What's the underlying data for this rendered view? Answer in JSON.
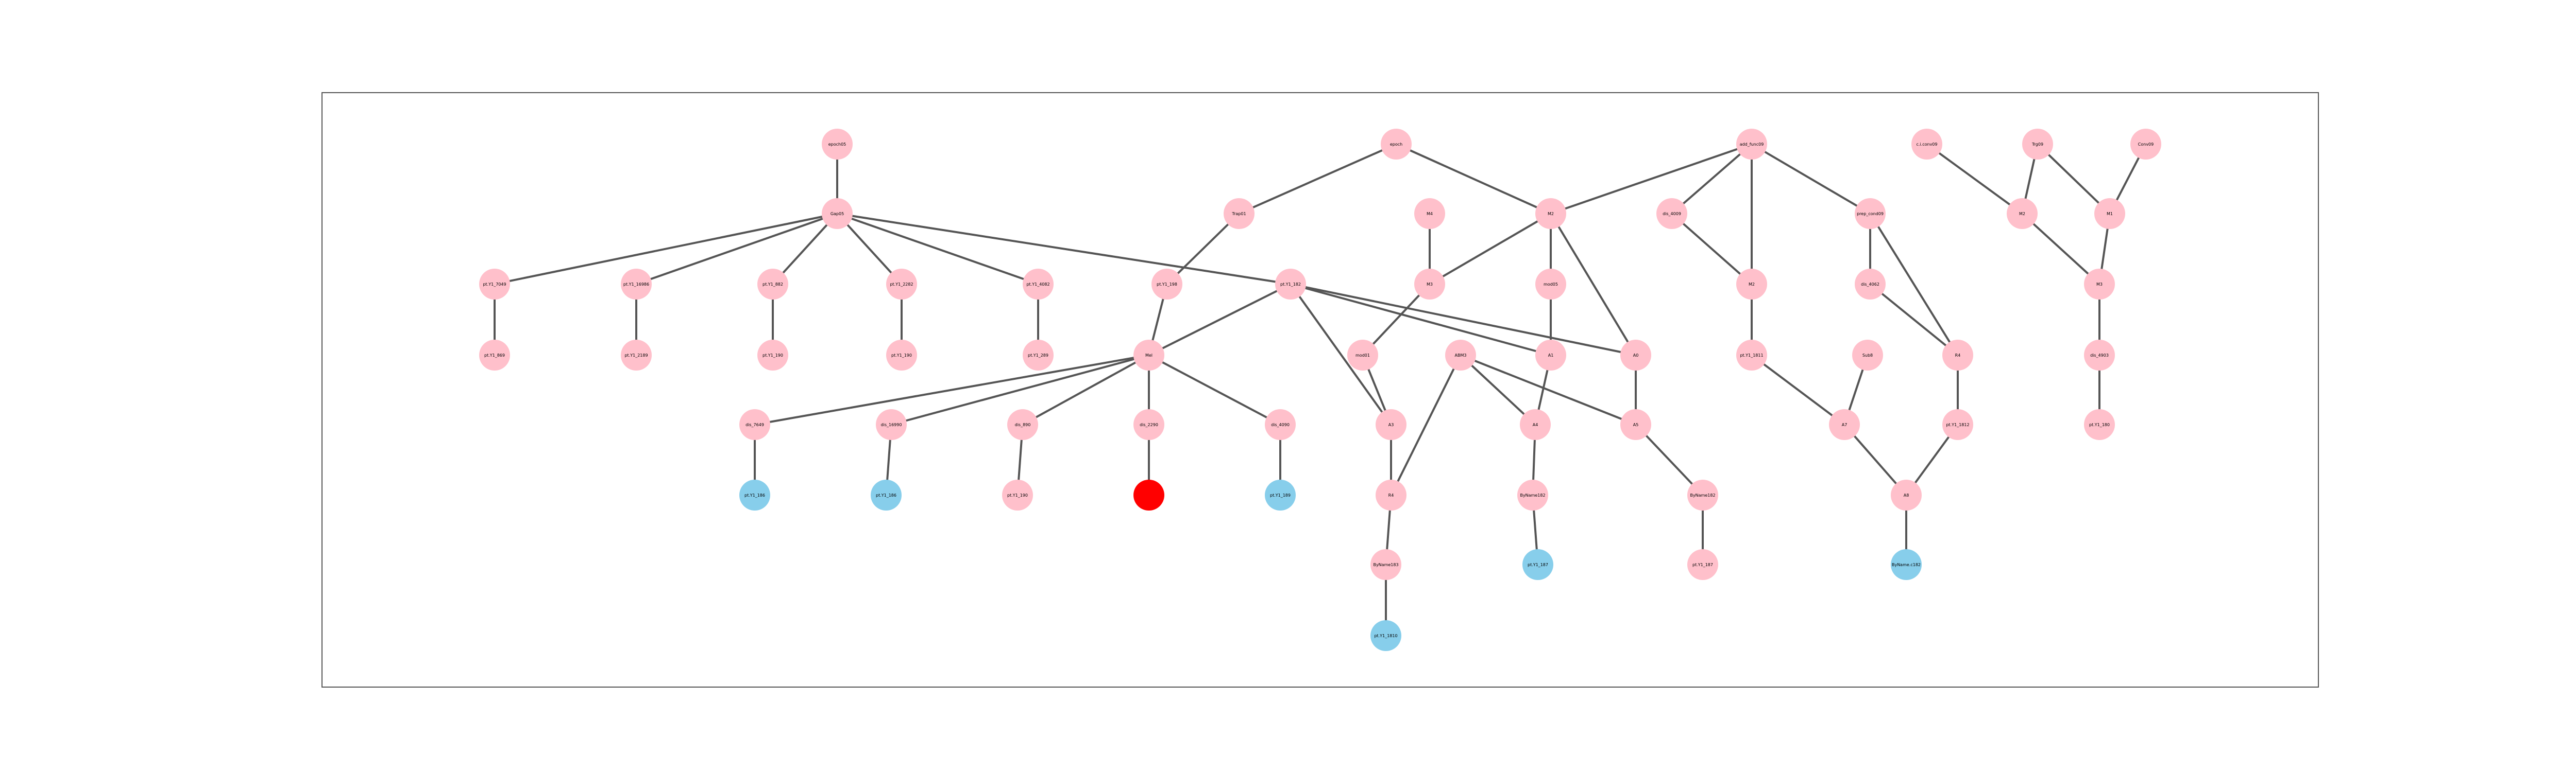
{
  "colors": {
    "default_node": "#ffc0cb",
    "leaf_node": "#87ceeb",
    "target_node": "#ff0000",
    "edge": "#555555",
    "frame": "#555555"
  },
  "nodes": [
    {
      "id": "r1a",
      "label": "epoch05",
      "color": "default"
    },
    {
      "id": "r1b",
      "label": "epoch",
      "color": "default"
    },
    {
      "id": "r1c",
      "label": "add_func09",
      "color": "default"
    },
    {
      "id": "r1d",
      "label": "c.i.conv09",
      "color": "default"
    },
    {
      "id": "r1e",
      "label": "Trg09",
      "color": "default"
    },
    {
      "id": "r1f",
      "label": "Conv09",
      "color": "default"
    },
    {
      "id": "r2a",
      "label": "Gap05",
      "color": "default"
    },
    {
      "id": "r2b",
      "label": "Trap01",
      "color": "default"
    },
    {
      "id": "r2c",
      "label": "M4",
      "color": "default"
    },
    {
      "id": "r2d",
      "label": "M2",
      "color": "default"
    },
    {
      "id": "r2e",
      "label": "dis_4009",
      "color": "default"
    },
    {
      "id": "r2f",
      "label": "prep_cond09",
      "color": "default"
    },
    {
      "id": "r2g",
      "label": "M2",
      "color": "default"
    },
    {
      "id": "r2h",
      "label": "M1",
      "color": "default"
    },
    {
      "id": "r3a",
      "label": "pt.Y1_7049",
      "color": "default"
    },
    {
      "id": "r3b",
      "label": "pt.Y1_16986",
      "color": "default"
    },
    {
      "id": "r3c",
      "label": "pt.Y1_882",
      "color": "default"
    },
    {
      "id": "r3d",
      "label": "pt.Y1_2282",
      "color": "default"
    },
    {
      "id": "r3e",
      "label": "pt.Y1_4082",
      "color": "default"
    },
    {
      "id": "r3f",
      "label": "pt.Y1_198",
      "color": "default"
    },
    {
      "id": "r3g",
      "label": "pt.Y1_182",
      "color": "default"
    },
    {
      "id": "r3h",
      "label": "M3",
      "color": "default"
    },
    {
      "id": "r3i",
      "label": "mod05",
      "color": "default"
    },
    {
      "id": "r3j",
      "label": "M2",
      "color": "default"
    },
    {
      "id": "r3k",
      "label": "dis_4062",
      "color": "default"
    },
    {
      "id": "r3l",
      "label": "M3",
      "color": "default"
    },
    {
      "id": "r4a",
      "label": "pt.Y1_869",
      "color": "default"
    },
    {
      "id": "r4b",
      "label": "pt.Y1_2189",
      "color": "default"
    },
    {
      "id": "r4c",
      "label": "pt.Y1_190",
      "color": "default"
    },
    {
      "id": "r4d",
      "label": "pt.Y1_190",
      "color": "default"
    },
    {
      "id": "r4e",
      "label": "pt.Y1_289",
      "color": "default"
    },
    {
      "id": "r4f",
      "label": "Mel",
      "color": "default"
    },
    {
      "id": "r4g",
      "label": "mod01",
      "color": "default"
    },
    {
      "id": "r4h",
      "label": "ABM3",
      "color": "default"
    },
    {
      "id": "r4i",
      "label": "A1",
      "color": "default"
    },
    {
      "id": "r4j",
      "label": "A0",
      "color": "default"
    },
    {
      "id": "r4k",
      "label": "pt.Y1_1811",
      "color": "default"
    },
    {
      "id": "r4l",
      "label": "Sub8",
      "color": "default"
    },
    {
      "id": "r4m",
      "label": "R4",
      "color": "default"
    },
    {
      "id": "r4n",
      "label": "dis_4903",
      "color": "default"
    },
    {
      "id": "r5a",
      "label": "dis_7649",
      "color": "default"
    },
    {
      "id": "r5b",
      "label": "dis_16990",
      "color": "default"
    },
    {
      "id": "r5c",
      "label": "dis_890",
      "color": "default"
    },
    {
      "id": "r5d",
      "label": "dis_2290",
      "color": "default"
    },
    {
      "id": "r5e",
      "label": "dis_4090",
      "color": "default"
    },
    {
      "id": "r5f",
      "label": "A3",
      "color": "default"
    },
    {
      "id": "r5g",
      "label": "A4",
      "color": "default"
    },
    {
      "id": "r5h",
      "label": "A5",
      "color": "default"
    },
    {
      "id": "r5i",
      "label": "A7",
      "color": "default"
    },
    {
      "id": "r5j",
      "label": "pt.Y1_1812",
      "color": "default"
    },
    {
      "id": "r5k",
      "label": "pt.Y1_180",
      "color": "default"
    },
    {
      "id": "r6a",
      "label": "pt.Y1_186",
      "color": "leaf"
    },
    {
      "id": "r6b",
      "label": "pt.Y1_186",
      "color": "leaf"
    },
    {
      "id": "r6c",
      "label": "pt.Y1_190",
      "color": "default"
    },
    {
      "id": "r6d",
      "label": "",
      "color": "target"
    },
    {
      "id": "r6e",
      "label": "pt.Y1_189",
      "color": "leaf"
    },
    {
      "id": "r6f",
      "label": "R4",
      "color": "default"
    },
    {
      "id": "r6g",
      "label": "ByName182",
      "color": "default"
    },
    {
      "id": "r6h",
      "label": "ByName182",
      "color": "default"
    },
    {
      "id": "r6i",
      "label": "A8",
      "color": "default"
    },
    {
      "id": "r7a",
      "label": "ByName183",
      "color": "default"
    },
    {
      "id": "r7b",
      "label": "pt.Y1_187",
      "color": "leaf"
    },
    {
      "id": "r7c",
      "label": "pt.Y1_187",
      "color": "default"
    },
    {
      "id": "r7d",
      "label": "ByName.c182",
      "color": "leaf"
    },
    {
      "id": "r8a",
      "label": "pt.Y1_1810",
      "color": "leaf"
    }
  ],
  "edges": [
    [
      "r1a",
      "r2a"
    ],
    [
      "r2a",
      "r3a"
    ],
    [
      "r2a",
      "r3b"
    ],
    [
      "r2a",
      "r3c"
    ],
    [
      "r2a",
      "r3d"
    ],
    [
      "r2a",
      "r3e"
    ],
    [
      "r2a",
      "r3g"
    ],
    [
      "r3a",
      "r4a"
    ],
    [
      "r3b",
      "r4b"
    ],
    [
      "r3c",
      "r4c"
    ],
    [
      "r3d",
      "r4d"
    ],
    [
      "r3e",
      "r4e"
    ],
    [
      "r1b",
      "r2b"
    ],
    [
      "r1b",
      "r2d"
    ],
    [
      "r2b",
      "r3f"
    ],
    [
      "r3f",
      "r4f"
    ],
    [
      "r3g",
      "r4f"
    ],
    [
      "r4f",
      "r5a"
    ],
    [
      "r4f",
      "r5b"
    ],
    [
      "r4f",
      "r5c"
    ],
    [
      "r4f",
      "r5d"
    ],
    [
      "r4f",
      "r5e"
    ],
    [
      "r5a",
      "r6a"
    ],
    [
      "r5b",
      "r6b"
    ],
    [
      "r5c",
      "r6c"
    ],
    [
      "r5d",
      "r6d"
    ],
    [
      "r5e",
      "r6e"
    ],
    [
      "r2c",
      "r3h"
    ],
    [
      "r2d",
      "r3h"
    ],
    [
      "r2d",
      "r3i"
    ],
    [
      "r2d",
      "r4j"
    ],
    [
      "r3h",
      "r4g"
    ],
    [
      "r3i",
      "r4i"
    ],
    [
      "r3g",
      "r5f"
    ],
    [
      "r3g",
      "r4i"
    ],
    [
      "r3g",
      "r4j"
    ],
    [
      "r4g",
      "r5f"
    ],
    [
      "r5f",
      "r6f"
    ],
    [
      "r6f",
      "r7a"
    ],
    [
      "r7a",
      "r8a"
    ],
    [
      "r4h",
      "r6f"
    ],
    [
      "r4h",
      "r5g"
    ],
    [
      "r4h",
      "r5h"
    ],
    [
      "r4i",
      "r5g"
    ],
    [
      "r5g",
      "r6g"
    ],
    [
      "r6g",
      "r7b"
    ],
    [
      "r4j",
      "r5h"
    ],
    [
      "r5h",
      "r6h"
    ],
    [
      "r6h",
      "r7c"
    ],
    [
      "r1c",
      "r2e"
    ],
    [
      "r1c",
      "r3j"
    ],
    [
      "r1c",
      "r2f"
    ],
    [
      "r1c",
      "r2d"
    ],
    [
      "r2e",
      "r3j"
    ],
    [
      "r3j",
      "r4k"
    ],
    [
      "r4k",
      "r5i"
    ],
    [
      "r4l",
      "r5i"
    ],
    [
      "r2f",
      "r3k"
    ],
    [
      "r2f",
      "r4m"
    ],
    [
      "r3k",
      "r4m"
    ],
    [
      "r4m",
      "r5j"
    ],
    [
      "r5i",
      "r6i"
    ],
    [
      "r5j",
      "r6i"
    ],
    [
      "r6i",
      "r7d"
    ],
    [
      "r1d",
      "r2g"
    ],
    [
      "r1e",
      "r2g"
    ],
    [
      "r1e",
      "r2h"
    ],
    [
      "r1f",
      "r2h"
    ],
    [
      "r2g",
      "r3l"
    ],
    [
      "r2h",
      "r3l"
    ],
    [
      "r3l",
      "r4n"
    ],
    [
      "r4n",
      "r5k"
    ]
  ]
}
